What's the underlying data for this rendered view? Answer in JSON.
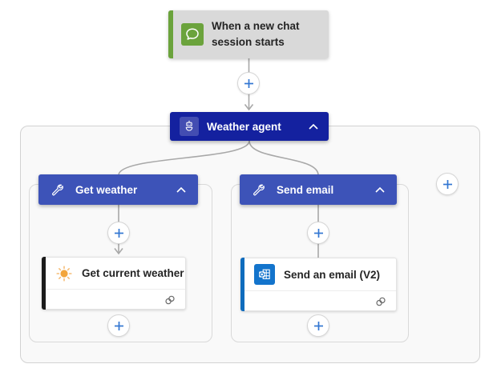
{
  "flow": {
    "trigger": {
      "title": "When a new chat session starts",
      "icon": "chat-bubble-icon",
      "background": "#d9d9d9",
      "accent_green": "#6ba33c"
    },
    "agent": {
      "label": "Weather agent",
      "icon": "bot-icon",
      "background": "#14219f",
      "collapse_icon": "chevron-up-icon"
    },
    "branches": [
      {
        "label": "Get weather",
        "icon": "wrench-icon",
        "background": "#3d53b8",
        "collapse_icon": "chevron-up-icon",
        "action": {
          "title": "Get current weather",
          "icon": "sun-icon",
          "stripe_color": "#1b1b1b",
          "footer_icon": "connection-icon"
        }
      },
      {
        "label": "Send email",
        "icon": "wrench-icon",
        "background": "#3d53b8",
        "collapse_icon": "chevron-up-icon",
        "action": {
          "title": "Send an email (V2)",
          "icon": "outlook-icon",
          "stripe_color": "#0f6cbd",
          "footer_icon": "connection-icon"
        }
      }
    ],
    "insert_buttons": {
      "icon": "plus-icon",
      "count": 6
    },
    "colors": {
      "connector_gray": "#a8a8a8",
      "plus_blue": "#3276d2",
      "container_fill": "#f9f9f9",
      "container_border": "#d2d2d2",
      "sun_orange": "#f2a53c",
      "outlook_blue": "#1374cc",
      "text_dark": "#242424"
    }
  }
}
